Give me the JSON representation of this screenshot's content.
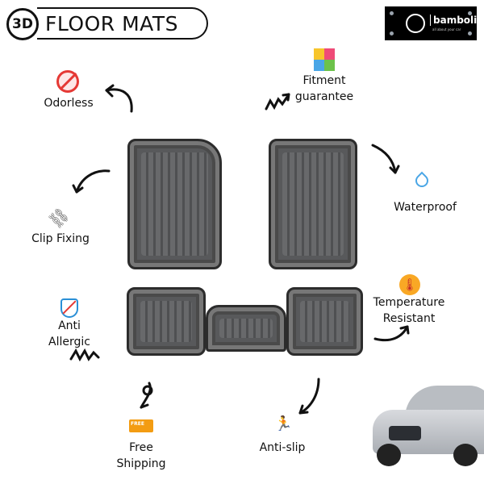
{
  "header": {
    "badge": "3D",
    "title": "FLOOR MATS"
  },
  "logo": {
    "brand": "bamboli",
    "tagline": "all about your car"
  },
  "features": [
    {
      "label": "Odorless",
      "icon": "no-odor-icon"
    },
    {
      "label": "Fitment\nguarantee",
      "icon": "puzzle-icon"
    },
    {
      "label": "Waterproof",
      "icon": "water-drop-icon"
    },
    {
      "label": "Clip Fixing",
      "icon": "chain-link-icon"
    },
    {
      "label": "Temperature\nResistant",
      "icon": "thermometer-icon"
    },
    {
      "label": "Anti\nAllergic",
      "icon": "anti-allergy-icon"
    },
    {
      "label": "Free\nShipping",
      "icon": "delivery-truck-icon"
    },
    {
      "label": "Anti-slip",
      "icon": "slip-person-icon"
    }
  ],
  "colors": {
    "mat": "#58595b",
    "logo_bg": "#000000",
    "car": "#c9ccd0"
  }
}
